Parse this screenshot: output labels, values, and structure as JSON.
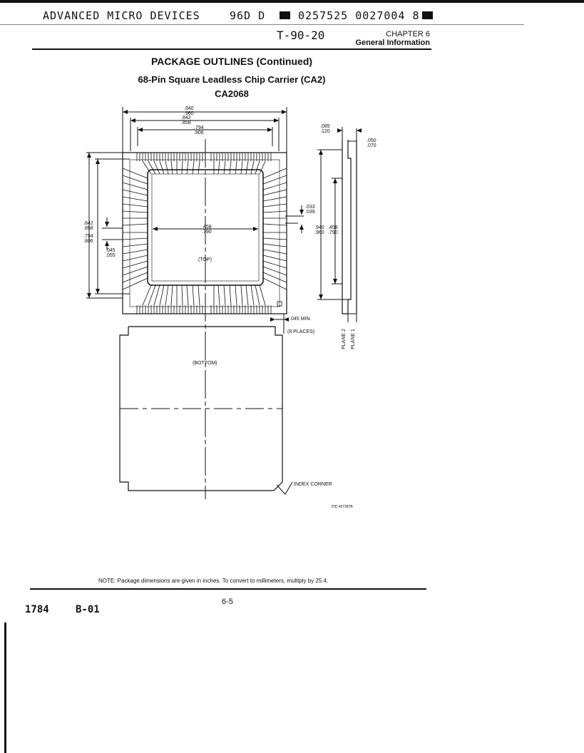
{
  "scan_header": {
    "left": "ADVANCED MICRO DEVICES",
    "code": "96D D",
    "number": "0257525 0027004 8"
  },
  "doc_ref": "T-90-20",
  "chapter": "CHAPTER 6",
  "section": "General Information",
  "heading": "PACKAGE OUTLINES (Continued)",
  "subtitle": "68-Pin Square Leadless Chip Carrier (CA2)",
  "part_code": "CA2068",
  "drawing": {
    "dims": {
      "overall_a": ".940",
      "overall_b": ".960",
      "pad_span_a": ".842",
      "pad_span_b": ".858",
      "inner_a": ".794",
      "inner_b": ".806",
      "cavity_a": ".458",
      "cavity_b": ".790",
      "pitch_a": ".033",
      "pitch_b": ".039",
      "lead_a": ".045",
      "lead_b": ".055",
      "height_a": ".085",
      "height_b": ".120",
      "plane_a": ".050",
      "plane_b": ".070",
      "min_gap": ".045 MIN.",
      "places": "(8 PLACES)"
    },
    "labels": {
      "top": "(TOP)",
      "bottom": "(BOTTOM)",
      "index": "INDEX CORNER",
      "plane2": "PLANE 2",
      "plane1": "PLANE 1",
      "pid": "PID #07287B"
    }
  },
  "note": "NOTE: Package dimensions are given in inches. To convert to millimeters, multiply by 25.4.",
  "footer": {
    "left_code": "1784",
    "right_code": "B-01",
    "page": "6-5"
  }
}
